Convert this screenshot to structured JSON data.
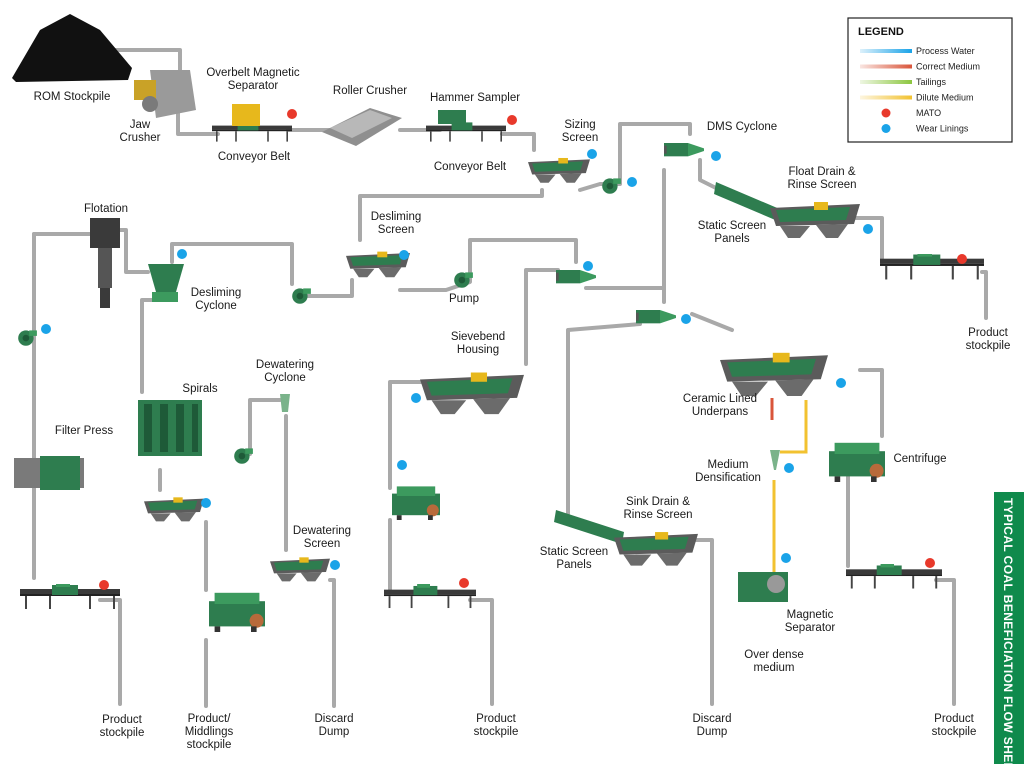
{
  "title": "TYPICAL COAL BENEFICIATION FLOW SHEET",
  "legend": {
    "title": "LEGEND",
    "items": [
      {
        "label": "Process Water",
        "color": "#1aa3e8",
        "kind": "line"
      },
      {
        "label": "Correct Medium",
        "color": "#d9553a",
        "kind": "line"
      },
      {
        "label": "Tailings",
        "color": "#8cc63f",
        "kind": "line"
      },
      {
        "label": "Dilute Medium",
        "color": "#f2c230",
        "kind": "line"
      },
      {
        "label": "MATO",
        "color": "#e8392b",
        "kind": "dot"
      },
      {
        "label": "Wear Linings",
        "color": "#1aa3e8",
        "kind": "dot"
      }
    ]
  },
  "labels": {
    "rom_stockpile": [
      "ROM Stockpile"
    ],
    "jaw_crusher": [
      "Jaw",
      "Crusher"
    ],
    "overbelt_magnetic_separator": [
      "Overbelt Magnetic",
      "Separator"
    ],
    "conveyor_belt_1": [
      "Conveyor Belt"
    ],
    "roller_crusher": [
      "Roller Crusher"
    ],
    "hammer_sampler": [
      "Hammer Sampler"
    ],
    "conveyor_belt_2": [
      "Conveyor Belt"
    ],
    "sizing_screen": [
      "Sizing",
      "Screen"
    ],
    "dms_cyclone": [
      "DMS Cyclone"
    ],
    "float_drain_rinse_screen": [
      "Float Drain &",
      "Rinse Screen"
    ],
    "static_screen_panels_1": [
      "Static Screen",
      "Panels"
    ],
    "product_stockpile_right": [
      "Product",
      "stockpile"
    ],
    "flotation": [
      "Flotation"
    ],
    "desliming_screen": [
      "Desliming",
      "Screen"
    ],
    "desliming_cyclone": [
      "Desliming",
      "Cyclone"
    ],
    "pump": [
      "Pump"
    ],
    "sievebend_housing": [
      "Sievebend",
      "Housing"
    ],
    "spirals": [
      "Spirals"
    ],
    "dewatering_cyclone": [
      "Dewatering",
      "Cyclone"
    ],
    "filter_press": [
      "Filter Press"
    ],
    "ceramic_lined_underpans": [
      "Ceramic Lined",
      "Underpans"
    ],
    "medium_densification": [
      "Medium",
      "Densification"
    ],
    "centrifuge": [
      "Centrifuge"
    ],
    "dewatering_screen": [
      "Dewatering",
      "Screen"
    ],
    "sink_drain_rinse_screen": [
      "Sink Drain &",
      "Rinse Screen"
    ],
    "static_screen_panels_2": [
      "Static Screen",
      "Panels"
    ],
    "magnetic_separator": [
      "Magnetic",
      "Separator"
    ],
    "over_dense_medium": [
      "Over dense",
      "medium"
    ],
    "product_stockpile_1": [
      "Product",
      "stockpile"
    ],
    "product_middlings_stockpile": [
      "Product/",
      "Middlings",
      "stockpile"
    ],
    "discard_dump_1": [
      "Discard",
      "Dump"
    ],
    "product_stockpile_2": [
      "Product",
      "stockpile"
    ],
    "discard_dump_2": [
      "Discard",
      "Dump"
    ],
    "product_stockpile_3": [
      "Product",
      "stockpile"
    ]
  }
}
